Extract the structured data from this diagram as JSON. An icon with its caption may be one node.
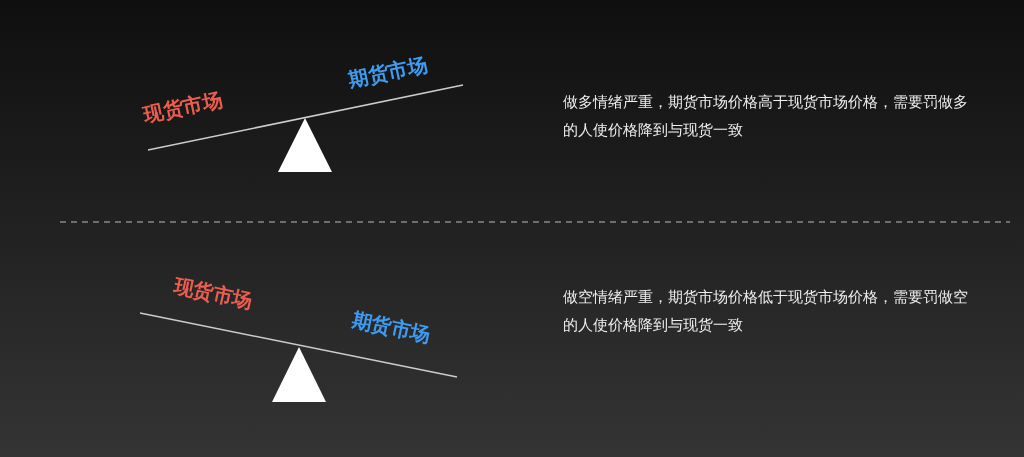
{
  "diagram": {
    "labels": [
      "现货市场",
      "期货市场",
      "做多情绪严重，期货市场价格高于现货市场价格，需要罚做多的人使价格降到与现货一致",
      "现货市场",
      "期货市场",
      "做空情绪严重，期货市场价格低于现货市场价格，需要罚做空的人使价格降到与现货一致"
    ]
  }
}
